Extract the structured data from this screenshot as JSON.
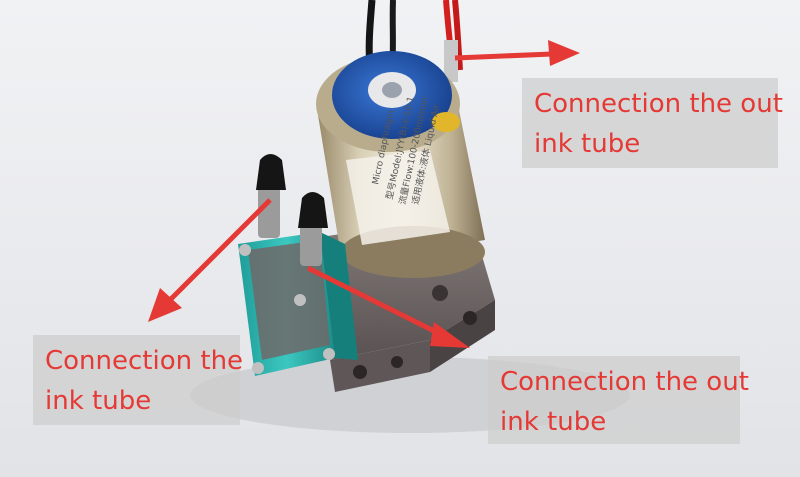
{
  "photo": {
    "subject": "micro diaphragm ink pump",
    "motor_label_lines": [
      "Micro diaphragm",
      "型号Model:JYY(B)-Y-10-1",
      "流量Flow:100-200ml/min",
      "适用液体:液体 Liquid Air"
    ]
  },
  "annotations": {
    "top_right": {
      "line1": "Connection the out",
      "line2": "ink tube"
    },
    "left": {
      "line1": "Connection the",
      "line2": "ink tube"
    },
    "bottom_right": {
      "line1": "Connection the out",
      "line2": "ink tube"
    }
  },
  "colors": {
    "annotation_text": "#e53935",
    "arrow": "#e53935",
    "label_background": "#cdcdcd",
    "pump_head": "#2bb5b0",
    "motor_cap": "#1f56b6",
    "pump_body": "#6b6363"
  }
}
